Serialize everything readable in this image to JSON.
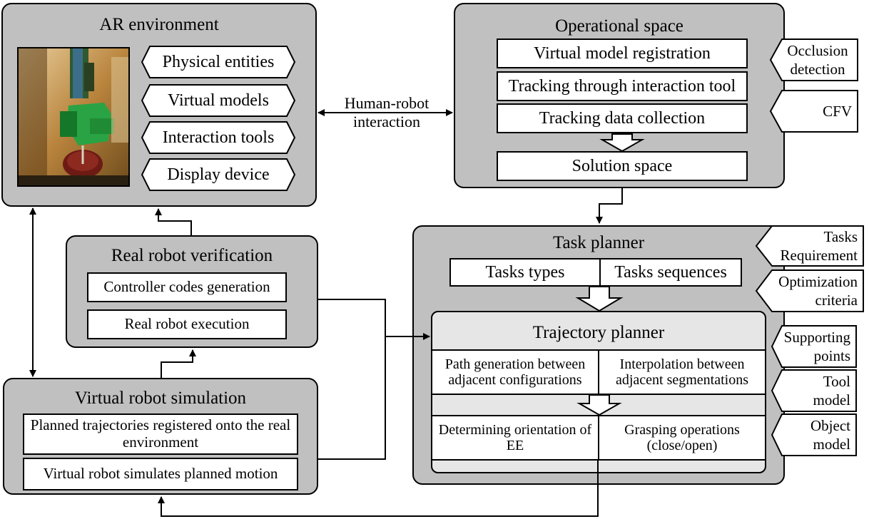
{
  "ar_environment": {
    "title": "AR environment",
    "items": [
      "Physical entities",
      "Virtual models",
      "Interaction tools",
      "Display device"
    ]
  },
  "operational_space": {
    "title": "Operational space",
    "items": [
      "Virtual model registration",
      "Tracking through interaction tool",
      "Tracking data collection"
    ],
    "result": "Solution space"
  },
  "human_robot_interaction": {
    "line1": "Human-robot",
    "line2": "interaction"
  },
  "side_tags_top": [
    {
      "lines": [
        "Occlusion",
        "detection"
      ]
    },
    {
      "lines": [
        "CFV"
      ]
    }
  ],
  "real_robot_verification": {
    "title": "Real robot verification",
    "items": [
      "Controller codes generation",
      "Real robot execution"
    ]
  },
  "virtual_robot_simulation": {
    "title": "Virtual robot simulation",
    "items": [
      "Planned trajectories registered onto the real environment",
      "Virtual robot simulates planned motion"
    ]
  },
  "task_planner": {
    "title": "Task planner",
    "tasks_types": "Tasks types",
    "tasks_sequences": "Tasks sequences"
  },
  "trajectory_planner": {
    "title": "Trajectory planner",
    "path_generation": "Path generation between adjacent configurations",
    "interpolation": "Interpolation between adjacent segmentations",
    "orientation": "Determining orientation of EE",
    "grasping": "Grasping operations (close/open)"
  },
  "side_tags_right": [
    {
      "lines": [
        "Tasks",
        "Requirement"
      ]
    },
    {
      "lines": [
        "Optimization",
        "criteria"
      ]
    },
    {
      "lines": [
        "Supporting",
        "points"
      ]
    },
    {
      "lines": [
        "Tool",
        "model"
      ]
    },
    {
      "lines": [
        "Object",
        "model"
      ]
    }
  ],
  "colors": {
    "panel": "#c0c0c0",
    "inner_panel": "#e6e6e6",
    "box": "#ffffff",
    "stroke": "#000000"
  }
}
